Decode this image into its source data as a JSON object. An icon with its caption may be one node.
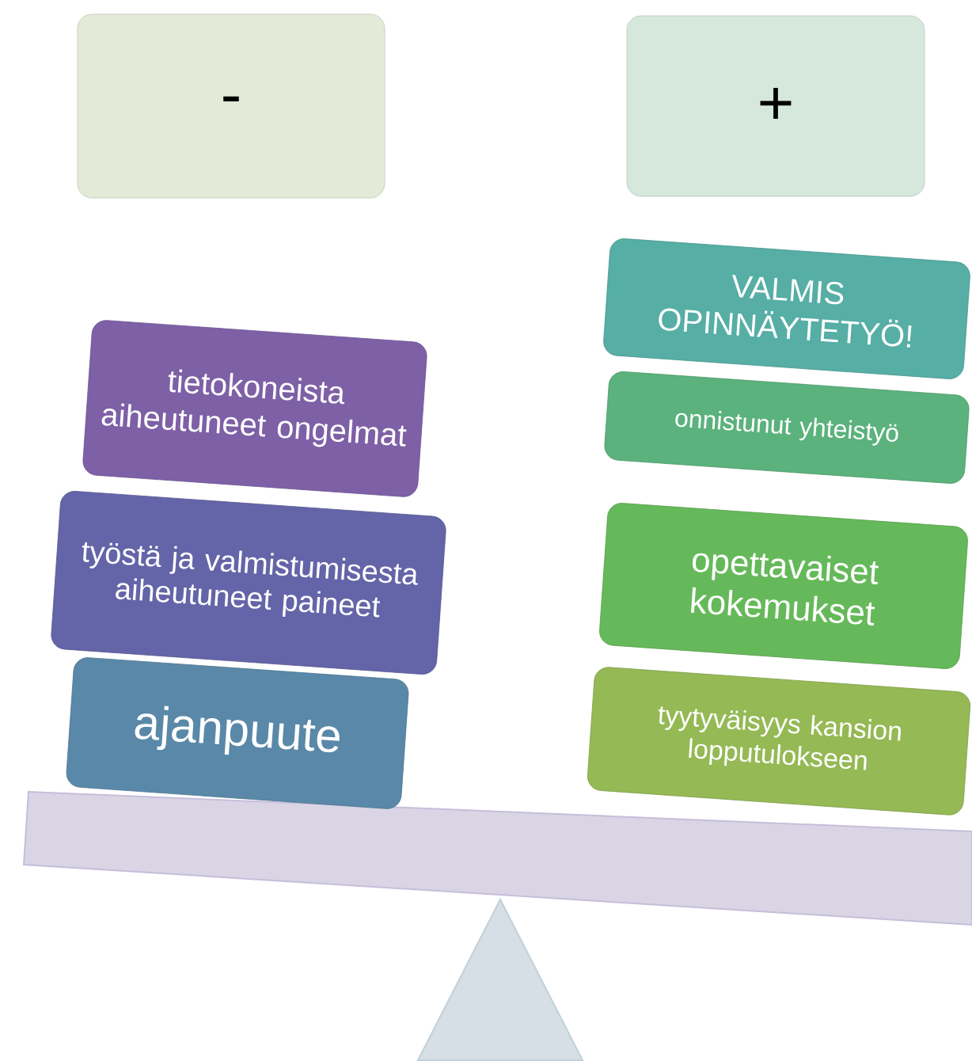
{
  "diagram": {
    "nodes": [
      {
        "text": [
          "-"
        ]
      },
      {
        "text": [
          "+"
        ]
      },
      {
        "text": [
          "tietokoneista aiheutuneet ongelmat"
        ]
      },
      {
        "text": [
          "työstä ja valmistumisesta aiheutuneet paineet"
        ]
      },
      {
        "text": [
          "ajanpuute"
        ]
      },
      {
        "text": [
          "VALMIS OPINNÄYTETYÖ!"
        ]
      },
      {
        "text": [
          "onnistunut yhteistyö"
        ]
      },
      {
        "text": [
          "opettavaiset kokemukset"
        ]
      },
      {
        "text": [
          "tyytyväisyys kansion lopputulokseen"
        ]
      }
    ]
  }
}
